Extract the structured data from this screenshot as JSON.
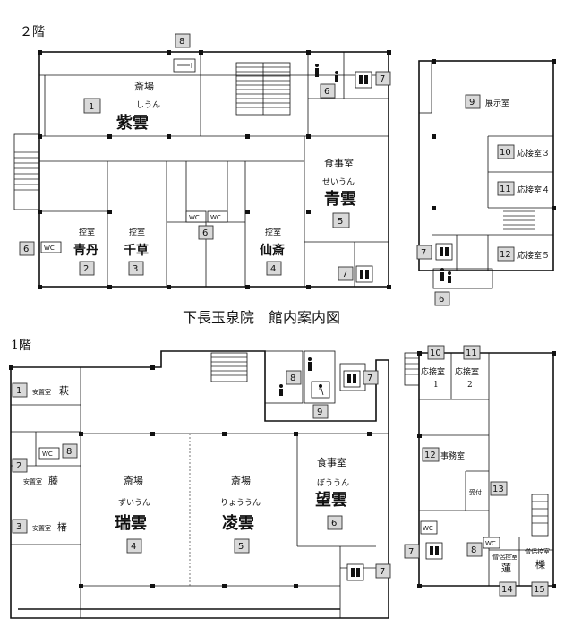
{
  "title": "下長玉泉院　館内案内図",
  "floor2": {
    "label": "２階",
    "shion": {
      "name": "斎場",
      "ruby": "しうん",
      "big": "紫雲",
      "num": "1"
    },
    "seiun": {
      "name": "食事室",
      "ruby": "せいうん",
      "big": "青雲",
      "num": "5"
    },
    "seitan": {
      "hikae": "控室",
      "big": "青丹",
      "num": "2"
    },
    "chigusa": {
      "hikae": "控室",
      "big": "千草",
      "num": "3"
    },
    "sensai": {
      "hikae": "控室",
      "big": "仙斎",
      "num": "4"
    },
    "exhibit": {
      "name": "展示室",
      "num": "9"
    },
    "reception3": {
      "name": "応接室３",
      "num": "10"
    },
    "reception4": {
      "name": "応接室４",
      "num": "11"
    },
    "reception5": {
      "name": "応接室５",
      "num": "12"
    },
    "wc": "WC",
    "nums": {
      "smoking": "8",
      "toilet_top": "7",
      "elevator": "6",
      "wc_mid": "6",
      "left_wc": "6",
      "bottom_toilet": "7",
      "right_toilet": "7",
      "right_elevator": "6"
    }
  },
  "floor1": {
    "label": "1階",
    "anchi_hagi": {
      "name": "安置室",
      "big": "萩",
      "num": "1"
    },
    "anchi_fuji": {
      "name": "安置室",
      "big": "藤",
      "num": "2"
    },
    "anchi_tsubaki": {
      "name": "安置室",
      "big": "椿",
      "num": "3"
    },
    "zuiun": {
      "name": "斎場",
      "ruby": "ずいうん",
      "big": "瑞雲",
      "num": "4"
    },
    "ryouun": {
      "name": "斎場",
      "ruby": "りょううん",
      "big": "凌雲",
      "num": "5"
    },
    "bouun": {
      "name": "食事室",
      "ruby": "ぼううん",
      "big": "望雲",
      "num": "6"
    },
    "reception1": {
      "name": "応接室",
      "sub": "1",
      "num": "10"
    },
    "reception2": {
      "name": "応接室",
      "sub": "2",
      "num": "11"
    },
    "office": {
      "name": "事務室",
      "num": "12"
    },
    "uketsuke": {
      "name": "受付",
      "num": "13"
    },
    "souryo_ren": {
      "name": "僧侶控室",
      "big": "蓮",
      "num": "14"
    },
    "souryo_kunugi": {
      "name": "僧侶控室",
      "big": "櫟",
      "num": "15"
    },
    "wc": "WC",
    "nums": {
      "wc_left": "8",
      "toilet_top": "7",
      "accessible": "9",
      "elevator": "8",
      "toilet_bottom": "7",
      "toilet_right": "7",
      "elevator_right": "8"
    }
  }
}
